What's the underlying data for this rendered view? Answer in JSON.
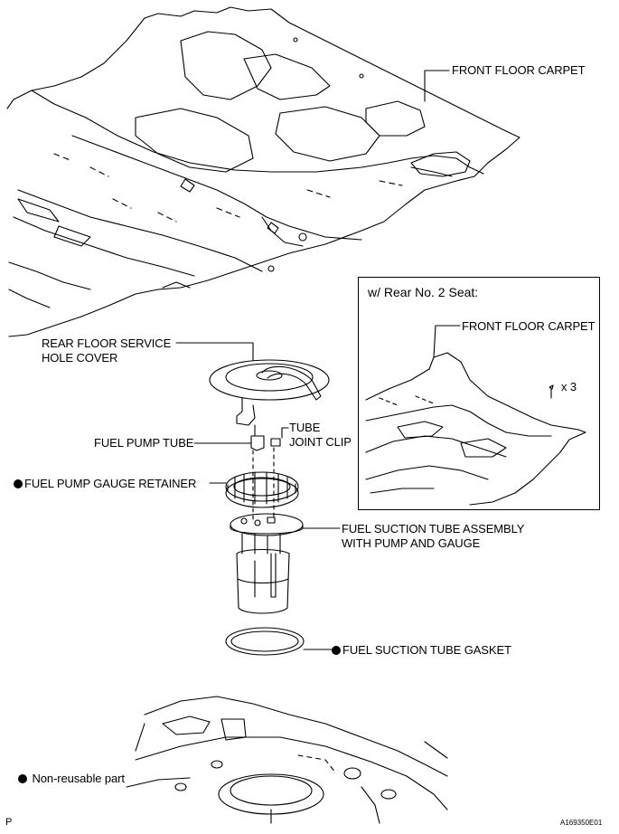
{
  "labels": {
    "front_floor_carpet": "FRONT FLOOR CARPET",
    "rear_floor_service_hole_cover_1": "REAR FLOOR SERVICE",
    "rear_floor_service_hole_cover_2": "HOLE COVER",
    "tube_joint_clip_1": "TUBE",
    "tube_joint_clip_2": "JOINT CLIP",
    "fuel_pump_tube": "FUEL PUMP TUBE",
    "fuel_pump_gauge_retainer": "FUEL PUMP GAUGE RETAINER",
    "fuel_suction_tube_assembly_1": "FUEL SUCTION TUBE ASSEMBLY",
    "fuel_suction_tube_assembly_2": "WITH PUMP AND GAUGE",
    "fuel_suction_tube_gasket": "FUEL SUCTION TUBE GASKET",
    "legend_non_reusable": "Non-reusable part",
    "corner_p": "P",
    "figure_code": "A169350E01"
  },
  "inset": {
    "title": "w/ Rear No. 2 Seat:",
    "front_floor_carpet": "FRONT FLOOR CARPET",
    "screw_count": "x 3"
  },
  "icons": {
    "non_reusable_marker": "filled-circle-icon"
  }
}
